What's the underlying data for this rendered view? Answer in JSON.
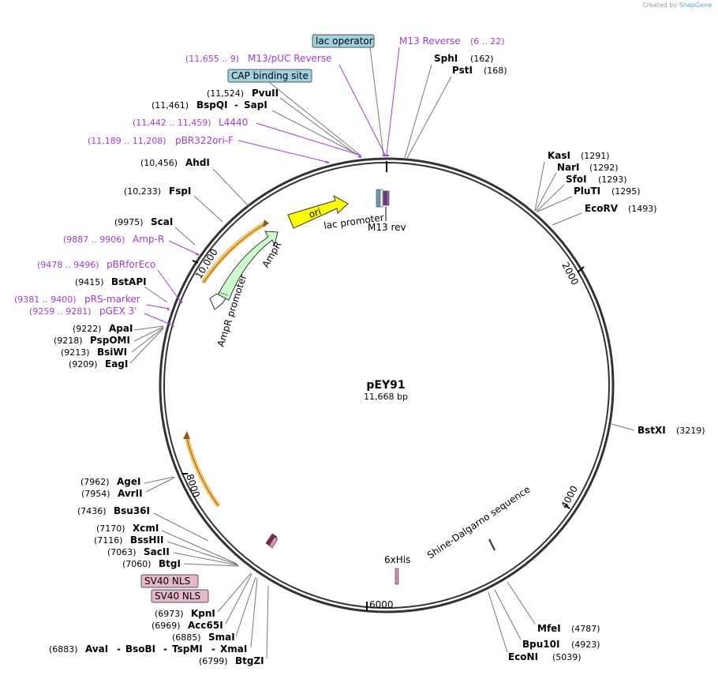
{
  "credit": {
    "prefix": "Created by",
    "brand": "SnapGene"
  },
  "plasmid": {
    "name": "pEY91",
    "size": "11,668 bp"
  },
  "ticks": [
    "2000",
    "4000",
    "6000",
    "8000",
    "10,000"
  ],
  "features": {
    "ori": "ori",
    "lac_promoter": "lac promoter",
    "m13_rev": "M13 rev",
    "ampr": "AmpR",
    "ampr_promoter": "AmpR promoter",
    "shine_dalgarno": "Shine-Dalgarno sequence",
    "his": "6xHis"
  },
  "boxed": {
    "lac_operator": "lac operator",
    "cap_site": "CAP binding site",
    "sv40_1": "SV40 NLS",
    "sv40_2": "SV40 NLS"
  },
  "primers": {
    "m13_reverse": {
      "name": "M13 Reverse",
      "pos": "(6 .. 22)"
    },
    "m13_puc": {
      "name": "M13/pUC Reverse",
      "pos": "(11,655 .. 9)"
    },
    "l4440": {
      "name": "L4440",
      "pos": "(11,442 .. 11,459)"
    },
    "pbr322": {
      "name": "pBR322ori-F",
      "pos": "(11,189 .. 11,208)"
    },
    "ampr_primer": {
      "name": "Amp-R",
      "pos": "(9887 .. 9906)"
    },
    "pbrforeco": {
      "name": "pBRforEco",
      "pos": "(9478 .. 9496)"
    },
    "prs": {
      "name": "pRS-marker",
      "pos": "(9381 .. 9400)"
    },
    "pgex": {
      "name": "pGEX 3'",
      "pos": "(9259 .. 9281)"
    }
  },
  "sites": {
    "sphi": {
      "name": "SphI",
      "pos": "(162)"
    },
    "psti": {
      "name": "PstI",
      "pos": "(168)"
    },
    "kasi": {
      "name": "KasI",
      "pos": "(1291)"
    },
    "nari": {
      "name": "NarI",
      "pos": "(1292)"
    },
    "sfoi": {
      "name": "SfoI",
      "pos": "(1293)"
    },
    "pluti": {
      "name": "PluTI",
      "pos": "(1295)"
    },
    "ecorv": {
      "name": "EcoRV",
      "pos": "(1493)"
    },
    "bstxi": {
      "name": "BstXI",
      "pos": "(3219)"
    },
    "mfei": {
      "name": "MfeI",
      "pos": "(4787)"
    },
    "bpu10i": {
      "name": "Bpu10I",
      "pos": "(4923)"
    },
    "econi": {
      "name": "EcoNI",
      "pos": "(5039)"
    },
    "pvuii": {
      "name": "PvuII",
      "pos": "(11,524)"
    },
    "bspqi": {
      "name": "BspQI",
      "pos": "(11,461)",
      "alt": "SapI"
    },
    "ahdi": {
      "name": "AhdI",
      "pos": "(10,456)"
    },
    "fspi": {
      "name": "FspI",
      "pos": "(10,233)"
    },
    "scai": {
      "name": "ScaI",
      "pos": "(9975)"
    },
    "bstapi": {
      "name": "BstAPI",
      "pos": "(9415)"
    },
    "apai": {
      "name": "ApaI",
      "pos": "(9222)"
    },
    "pspomi": {
      "name": "PspOMI",
      "pos": "(9218)"
    },
    "bsiwi": {
      "name": "BsiWI",
      "pos": "(9213)"
    },
    "eagi": {
      "name": "EagI",
      "pos": "(9209)"
    },
    "agei": {
      "name": "AgeI",
      "pos": "(7962)"
    },
    "avrii": {
      "name": "AvrII",
      "pos": "(7954)"
    },
    "bsu36i": {
      "name": "Bsu36I",
      "pos": "(7436)"
    },
    "xcmi": {
      "name": "XcmI",
      "pos": "(7170)"
    },
    "bsshii": {
      "name": "BssHII",
      "pos": "(7116)"
    },
    "sacii": {
      "name": "SacII",
      "pos": "(7063)"
    },
    "btgi": {
      "name": "BtgI",
      "pos": "(7060)"
    },
    "kpni": {
      "name": "KpnI",
      "pos": "(6973)"
    },
    "acc65i": {
      "name": "Acc65I",
      "pos": "(6969)"
    },
    "smai": {
      "name": "SmaI",
      "pos": "(6885)"
    },
    "avai": {
      "name": "AvaI",
      "pos": "(6883)",
      "alt1": "BsoBI",
      "alt2": "TspMI",
      "alt3": "XmaI"
    },
    "btgzi": {
      "name": "BtgZI",
      "pos": "(6799)"
    }
  },
  "colors": {
    "primer": "#a33ad6",
    "ori": "#ffff00",
    "ampr": "#ccffcc",
    "boxed_blue": "#9fd2df",
    "boxed_pink": "#e5b8cc",
    "orange": "#f6c56a"
  }
}
